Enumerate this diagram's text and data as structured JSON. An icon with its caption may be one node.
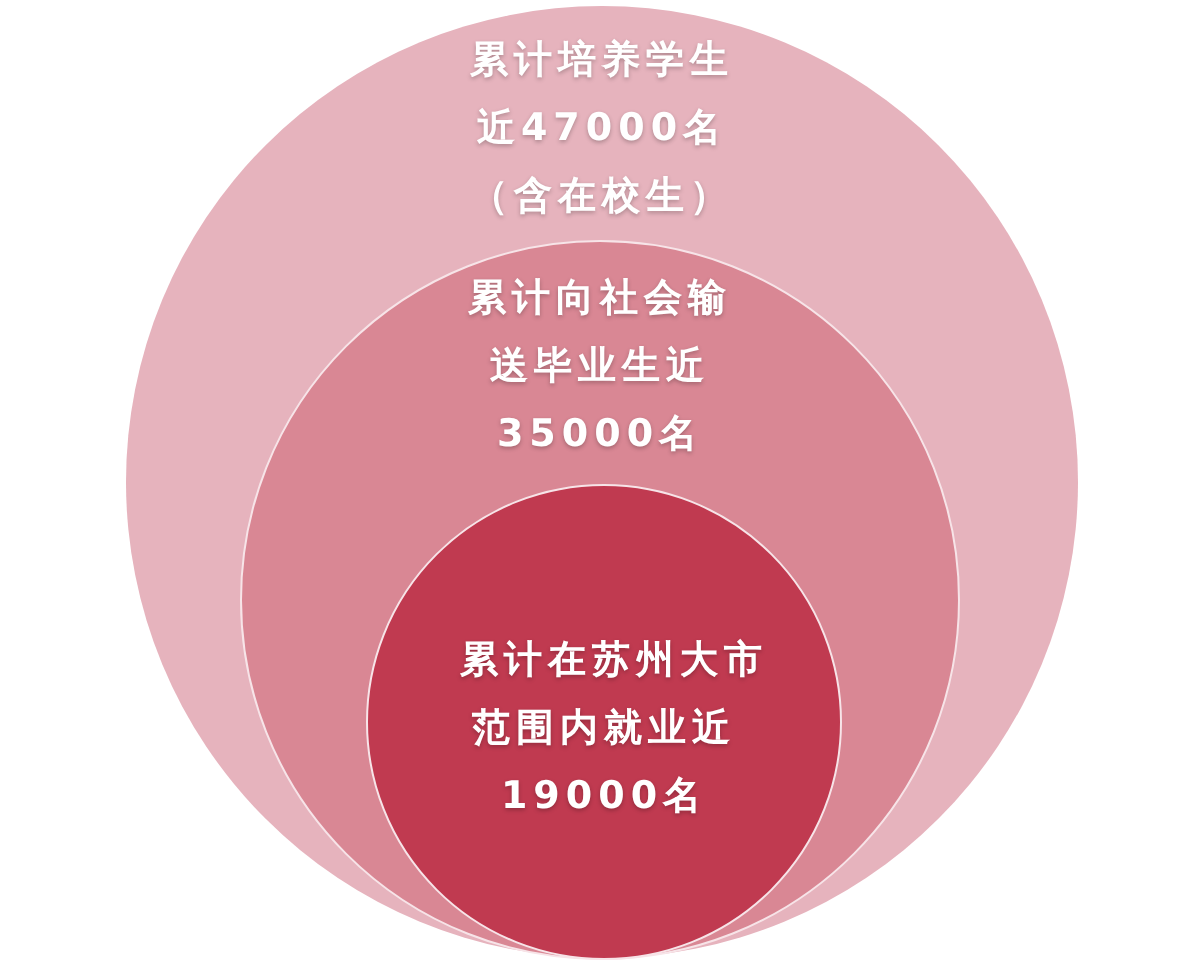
{
  "diagram": {
    "nodes": [
      {
        "text": [
          "累计培养学生近47000名（含在校生）"
        ]
      },
      {
        "text": [
          "累计向社会输送毕业生近35000名"
        ],
        "in": 0
      },
      {
        "text": [
          "累计在苏州大市范围内就业近19000名"
        ],
        "in": 1
      }
    ]
  }
}
